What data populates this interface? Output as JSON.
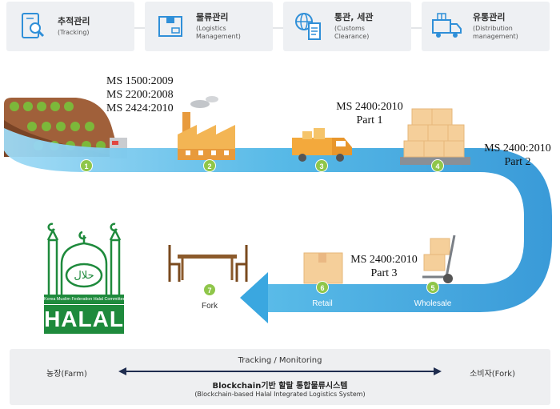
{
  "categories": [
    {
      "title": "추적관리",
      "subtitle": "(Tracking)",
      "icon": "tracking-tablet-icon"
    },
    {
      "title": "물류관리",
      "subtitle": "(Logistics\nManagement)",
      "icon": "logistics-box-icon"
    },
    {
      "title": "통관, 세관",
      "subtitle": "(Customs\nClearance)",
      "icon": "customs-globe-document-icon"
    },
    {
      "title": "유통관리",
      "subtitle": "(Distribution\nmanagement)",
      "icon": "distribution-truck-icon"
    }
  ],
  "standards": {
    "produce": "MS 1500:2009\nMS 2200:2008\nMS 2424:2010",
    "transport": "MS 2400:2010\nPart 1",
    "storage": "MS 2400:2010\nPart 2",
    "retail": "MS 2400:2010\nPart 3"
  },
  "stages": [
    {
      "number": "1",
      "label": "Farm"
    },
    {
      "number": "2",
      "label": "Produce"
    },
    {
      "number": "3",
      "label": "Transportation"
    },
    {
      "number": "4",
      "label": "Storage"
    },
    {
      "number": "5",
      "label": "Wholesale"
    },
    {
      "number": "6",
      "label": "Retail"
    },
    {
      "number": "7",
      "label": "Fork"
    }
  ],
  "halal_logo": {
    "arabic": "حلال",
    "band": "Korea Muslim Federation Halal Committee",
    "word": "HALAL"
  },
  "bottom": {
    "top_label": "Tracking / Monitoring",
    "left": "농장(Farm)",
    "right": "소비자(Fork)",
    "main": "Blockchain기반 할랄 통합물류시스템",
    "sub": "(Blockchain-based Halal Integrated Logistics System)"
  },
  "colors": {
    "flow_blue": "#3aa7e0",
    "flow_light": "#8fd2f3",
    "stage_green": "#8fc64a",
    "halal_green": "#1e8a3c",
    "icon_blue": "#2f8fd8"
  }
}
